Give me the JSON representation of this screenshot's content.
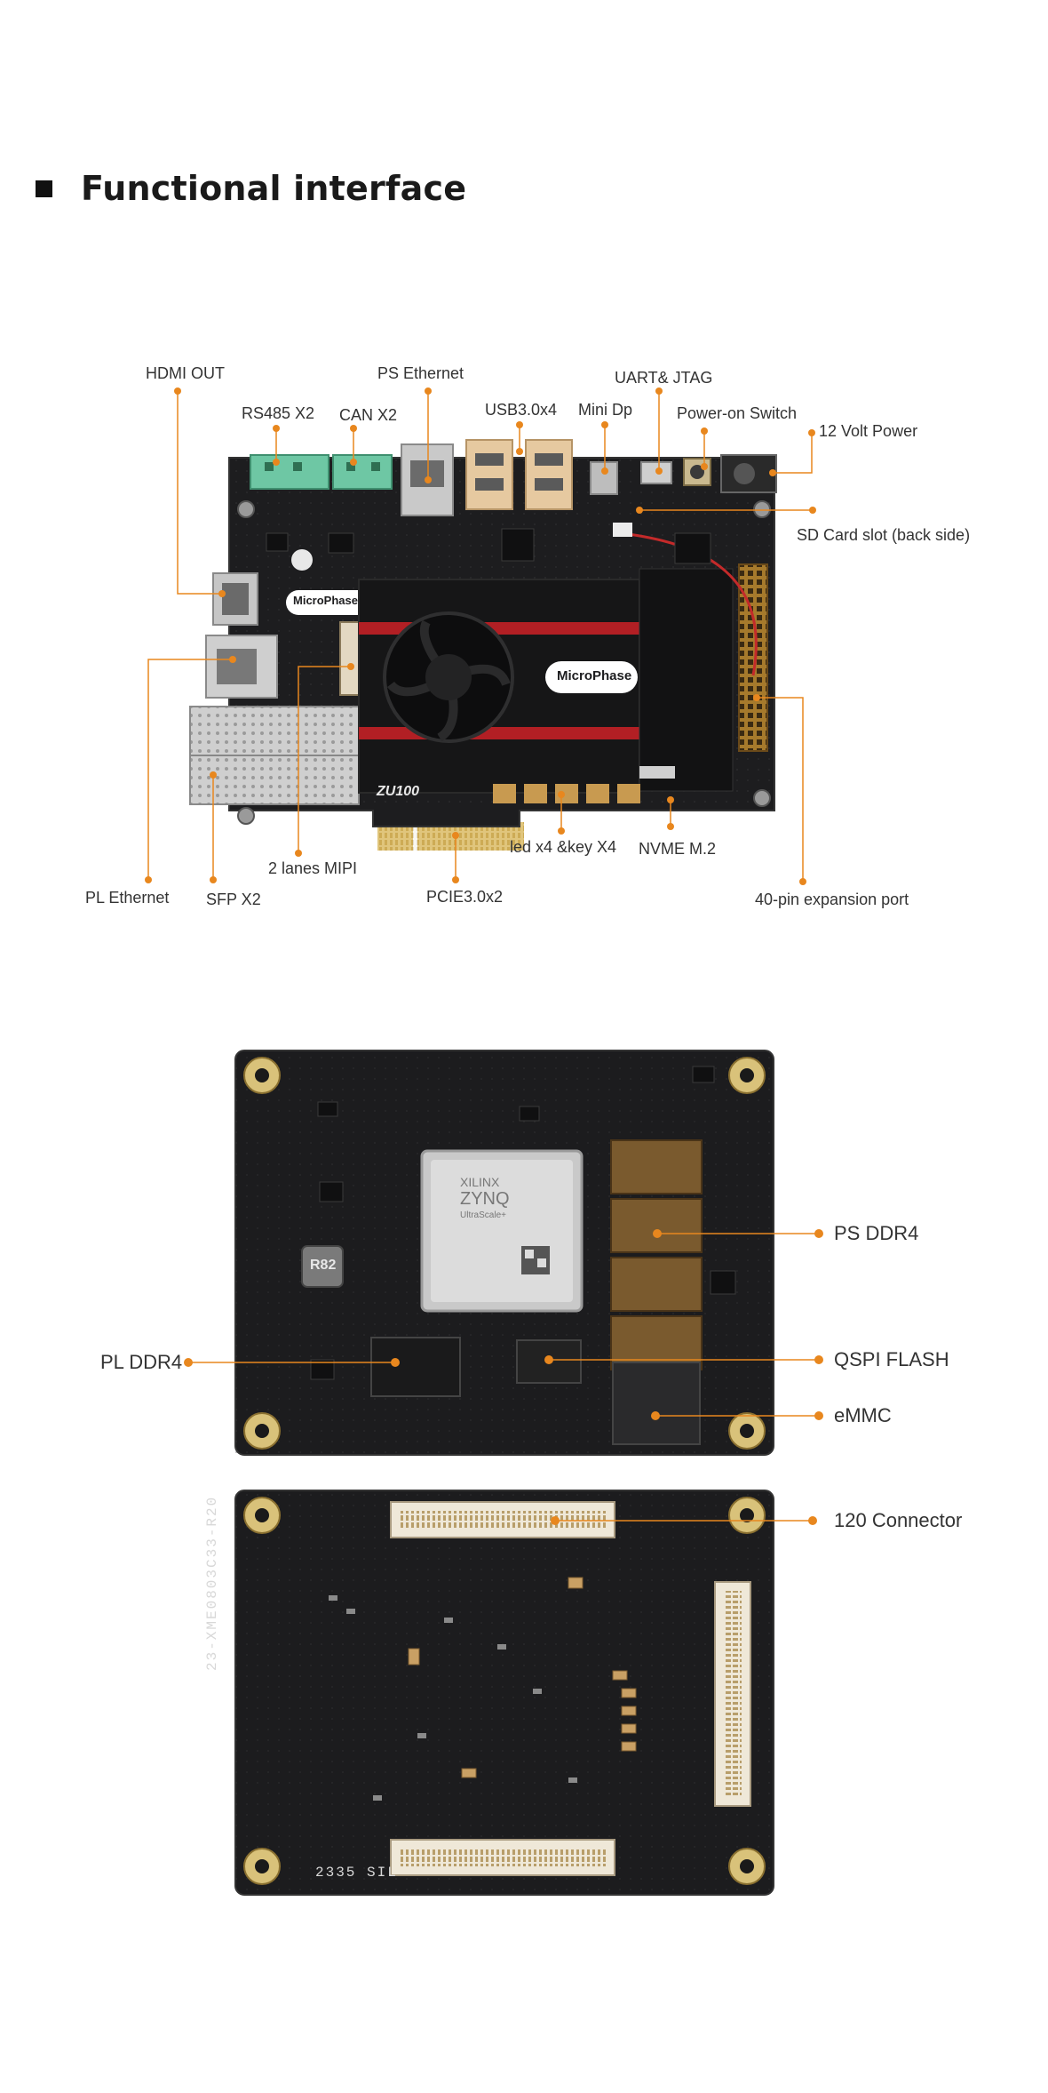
{
  "section": {
    "title": "Functional interface"
  },
  "board": {
    "brand": "MicroPhase",
    "model": "ZU100",
    "labels": {
      "hdmi_out": "HDMI OUT",
      "rs485": "RS485 X2",
      "can": "CAN X2",
      "ps_ethernet": "PS Ethernet",
      "usb": "USB3.0x4",
      "mini_dp": "Mini Dp",
      "uart_jtag": "UART& JTAG",
      "power_switch": "Power-on Switch",
      "power_12v": "12 Volt  Power",
      "sd_card": "SD Card slot (back side)",
      "led_key": "led x4 &key X4",
      "nvme": "NVME M.2",
      "mipi": "2 lanes MIPI",
      "pcie": "PCIE3.0x2",
      "pl_ethernet": "PL Ethernet",
      "sfp": "SFP X2",
      "expansion": "40-pin expansion port"
    }
  },
  "som_top": {
    "chip": {
      "line1": "XILINX",
      "line2": "ZYNQ",
      "line3": "UltraScale+"
    },
    "inductor": "R82",
    "labels": {
      "ps_ddr4": "PS DDR4",
      "pl_ddr4": "PL DDR4",
      "qspi_flash": "QSPI FLASH",
      "emmc": "eMMC"
    }
  },
  "som_bottom": {
    "silk_vertical": "23-XME0803C33-R20",
    "silk_bottom": "2335 SIL",
    "labels": {
      "connector": "120 Connector"
    }
  },
  "colors": {
    "accent": "#e8871e",
    "pcb": "#1d1d1f",
    "text": "#333333"
  }
}
